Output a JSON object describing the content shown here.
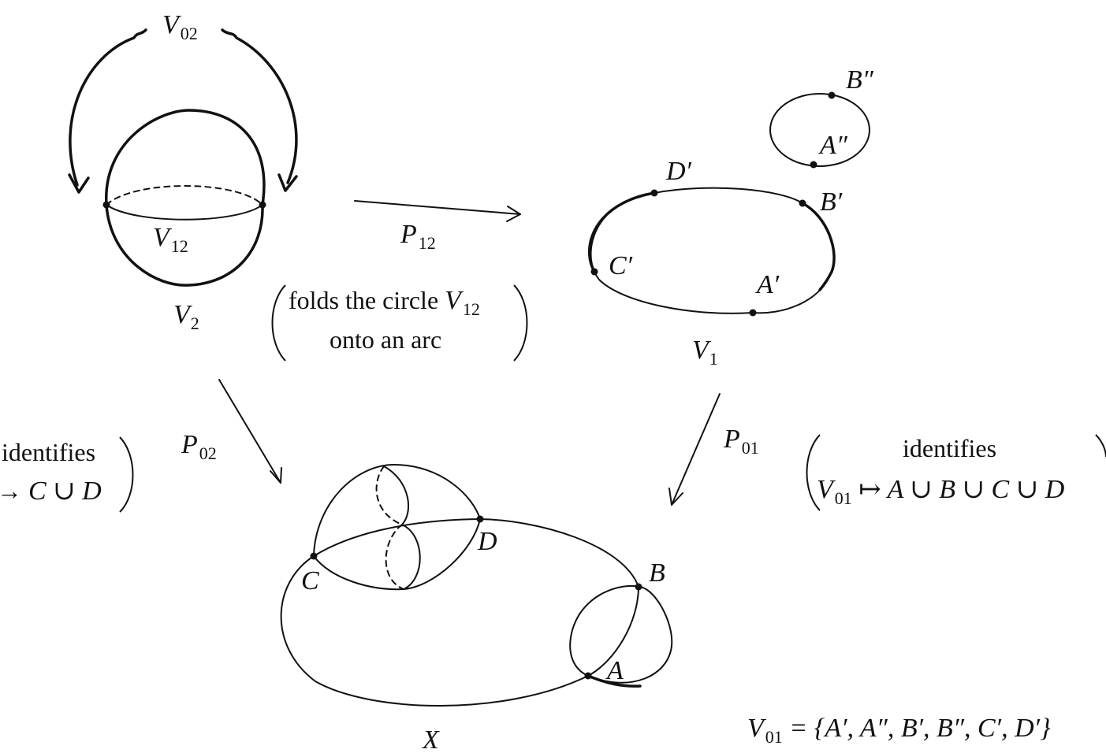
{
  "spaces": {
    "v2": {
      "base": "V",
      "sub": "2"
    },
    "v1": {
      "base": "V",
      "sub": "1"
    },
    "x": {
      "base": "X"
    }
  },
  "subsets": {
    "v02": {
      "base": "V",
      "sub": "02"
    },
    "v12": {
      "base": "V",
      "sub": "12"
    }
  },
  "maps": {
    "p12": {
      "base": "P",
      "sub": "12",
      "note_line1": "folds the circle ",
      "note_line1_sym": "V",
      "note_line1_sub": "12",
      "note_line2": "onto an arc"
    },
    "p02": {
      "base": "P",
      "sub": "02",
      "note_line1": "identifies",
      "note_line2_prefix": "→ ",
      "note_line2": "C ∪ D"
    },
    "p01": {
      "base": "P",
      "sub": "01",
      "note_line1": "identifies",
      "note_line2_sym": "V",
      "note_line2_sub": "01",
      "note_line2": " ↦ A ∪ B ∪ C ∪ D"
    }
  },
  "points_v1": [
    "B″",
    "A″",
    "D′",
    "B′",
    "C′",
    "A′"
  ],
  "points_x": [
    "D",
    "C",
    "B",
    "A"
  ],
  "formula": {
    "lhs": "V",
    "lhs_sub": "01",
    "rhs": " = {A′, A″, B′, B″, C′, D′}"
  }
}
